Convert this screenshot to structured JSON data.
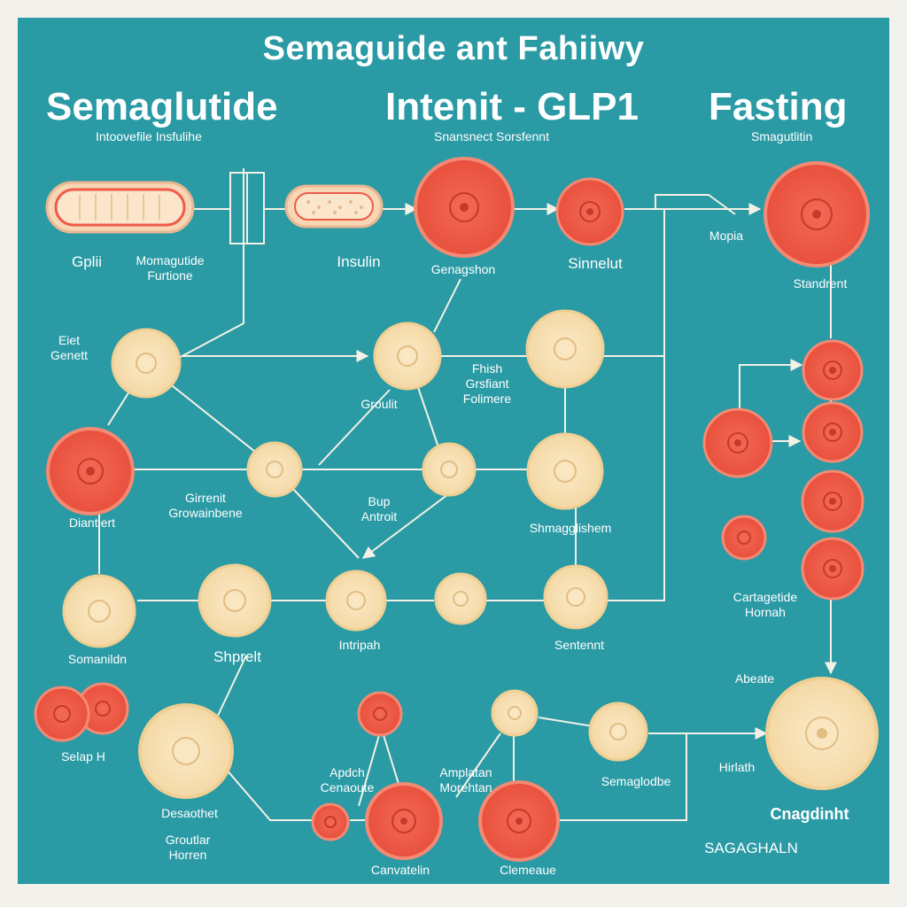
{
  "colors": {
    "background": "#2a9aa5",
    "line": "#f4f1e6",
    "cell_red": "#ef5b48",
    "cell_red_ring": "#f48a74",
    "cell_cream": "#f8e2b6",
    "cell_cream_ring": "#efcf93"
  },
  "title": "Semaguide   ant Fahiiwy",
  "headers": [
    {
      "text": "Semaglutide",
      "sub": "Intoovefile      Insfulihe"
    },
    {
      "text": "Intenit  -  GLP1",
      "sub": "Snansnect                         Sorsfennt"
    },
    {
      "text": "Fasting",
      "sub": "Smagutlitin"
    }
  ],
  "labels": {
    "gplii": "Gplii",
    "momagutide": "Momagutide\nFurtione",
    "insulin": "Insulin",
    "genagshon": "Genagshon",
    "sinnelut": "Sinnelut",
    "mopia": "Mopia",
    "standrent": "Standrent",
    "eiet_genett": "Eiet\nGenett",
    "groulit": "Groulit",
    "fhish": "Fhish\nGrsfiant\nFolimere",
    "diantiert": "Diantiert",
    "girrenit": "Girrenit\nGrowainbene",
    "bup": "Bup\nAntroit",
    "shmagglishem": "Shmagglishem",
    "cartagetide": "Cartagetide\nHornah",
    "somanildn": "Somanildn",
    "shprelt": "Shprelt",
    "intripah": "Intripah",
    "sentennt": "Sentennt",
    "abeate": "Abeate",
    "selap": "Selap H",
    "apdch": "Apdch\nCenaoute",
    "amplatan": "Amplatan\nMorehtan",
    "semaglodbe": "Semaglodbe",
    "hirlath": "Hirlath",
    "desaothet": "Desaothet",
    "groutlar": "Groutlar\nHorren",
    "cnagdinht": "Cnagdinht",
    "canvatelin": "Canvatelin",
    "clemeaue": "Clemeaue",
    "sigil": "SAGAGHALN"
  }
}
